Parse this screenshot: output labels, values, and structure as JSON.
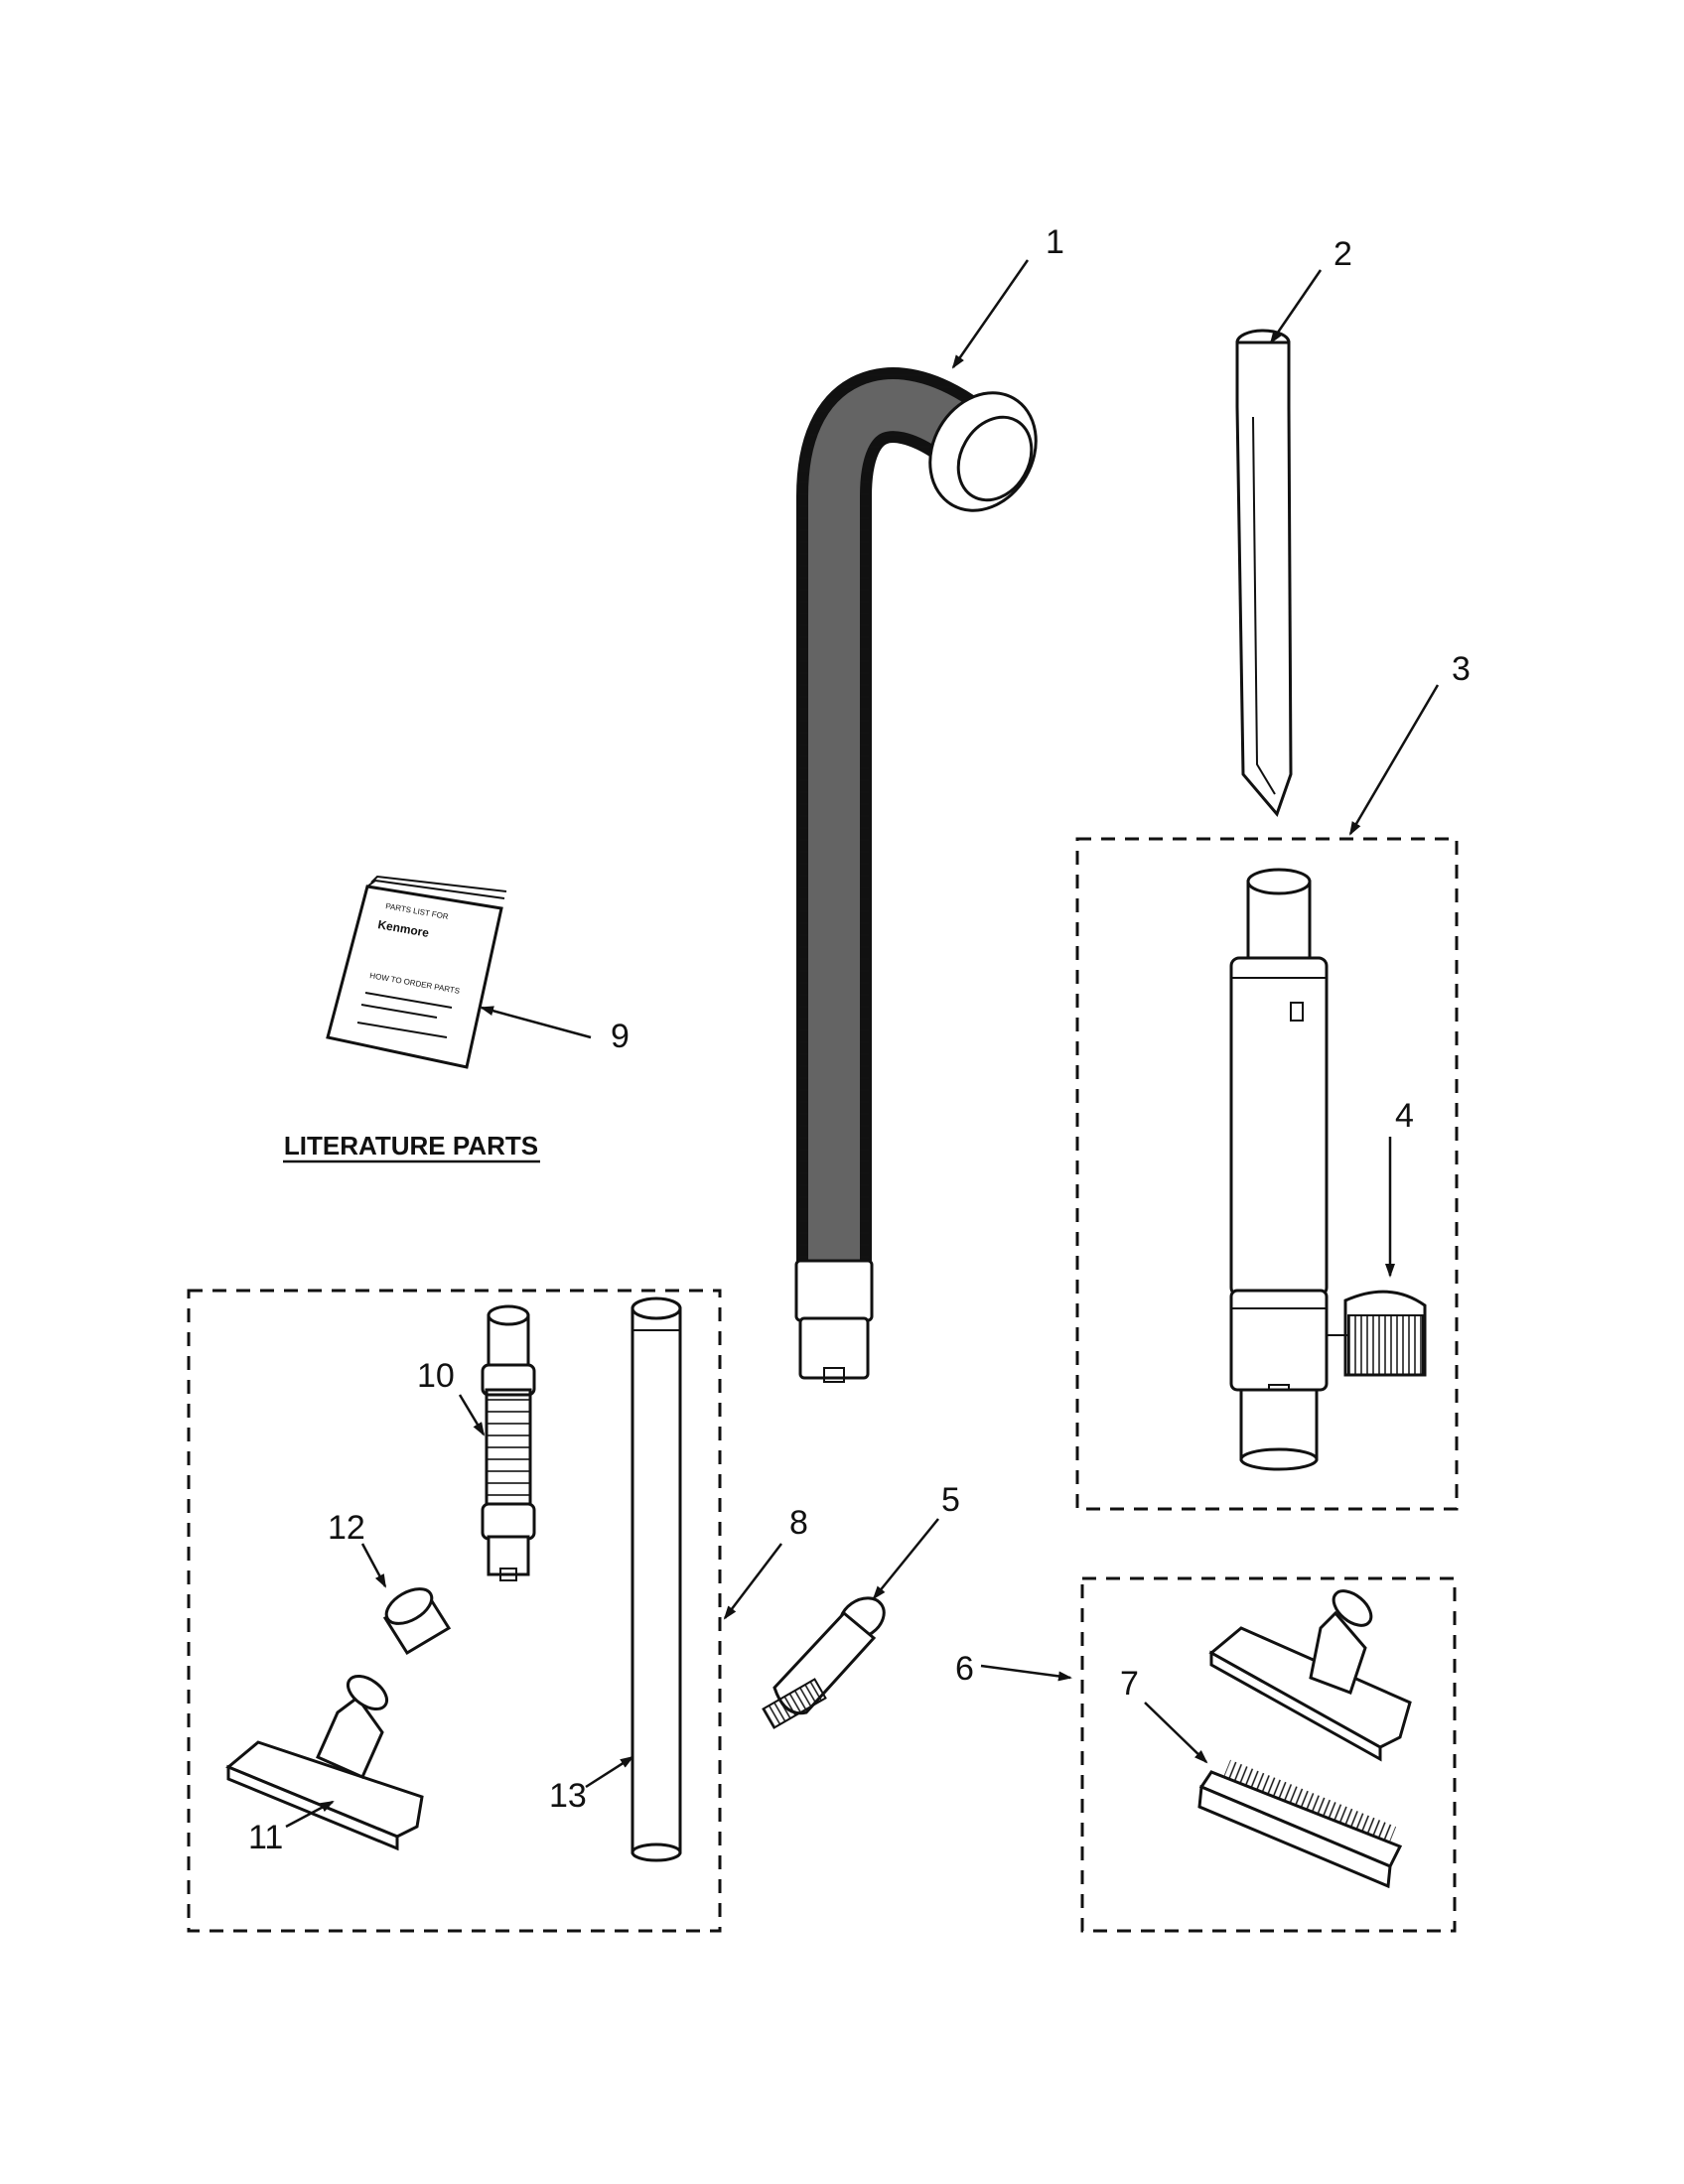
{
  "callouts": [
    "1",
    "2",
    "3",
    "4",
    "5",
    "6",
    "7",
    "8",
    "9",
    "10",
    "11",
    "12",
    "13"
  ],
  "literature": {
    "title": "LITERATURE PARTS",
    "booklet": {
      "line1": "PARTS LIST FOR",
      "line2": "Kenmore",
      "line3": "HOW TO ORDER PARTS"
    }
  },
  "colors": {
    "ink": "#111111",
    "paper": "#ffffff"
  }
}
